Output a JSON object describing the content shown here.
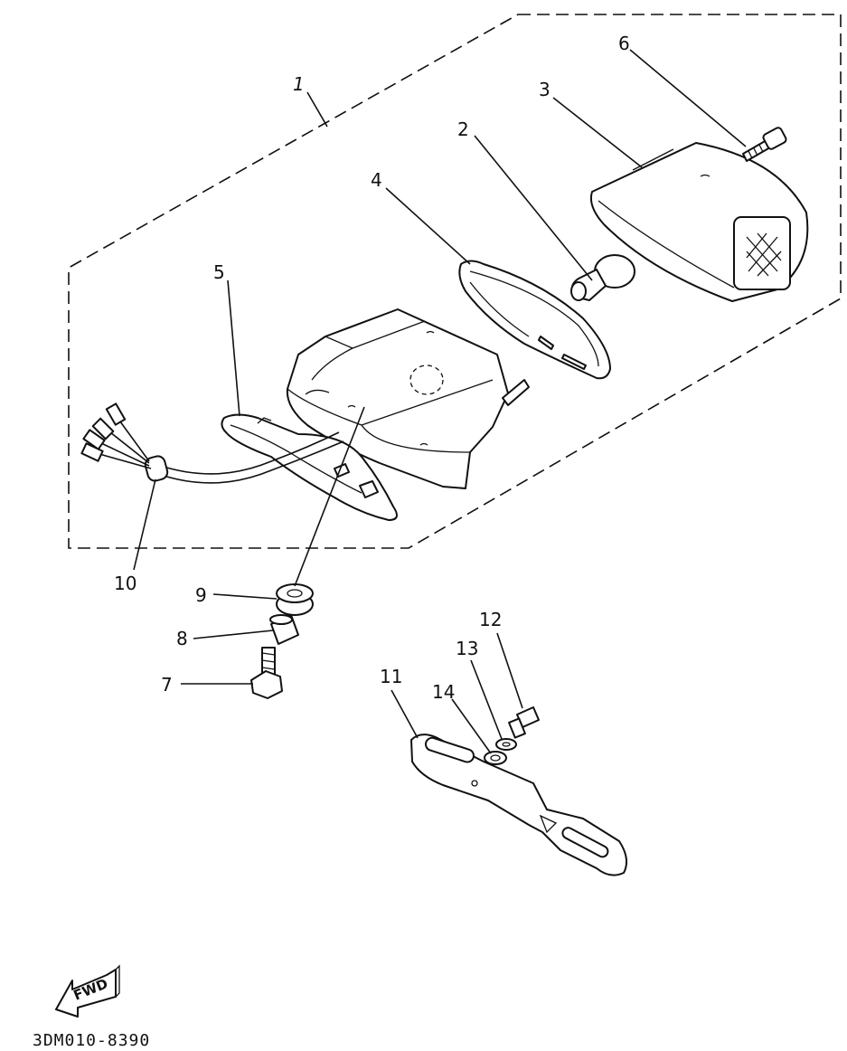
{
  "callouts": [
    "1",
    "2",
    "3",
    "4",
    "5",
    "6",
    "7",
    "8",
    "9",
    "10",
    "11",
    "12",
    "13",
    "14"
  ],
  "fwd_label": "FWD",
  "drawing_code": "3DM010-8390"
}
